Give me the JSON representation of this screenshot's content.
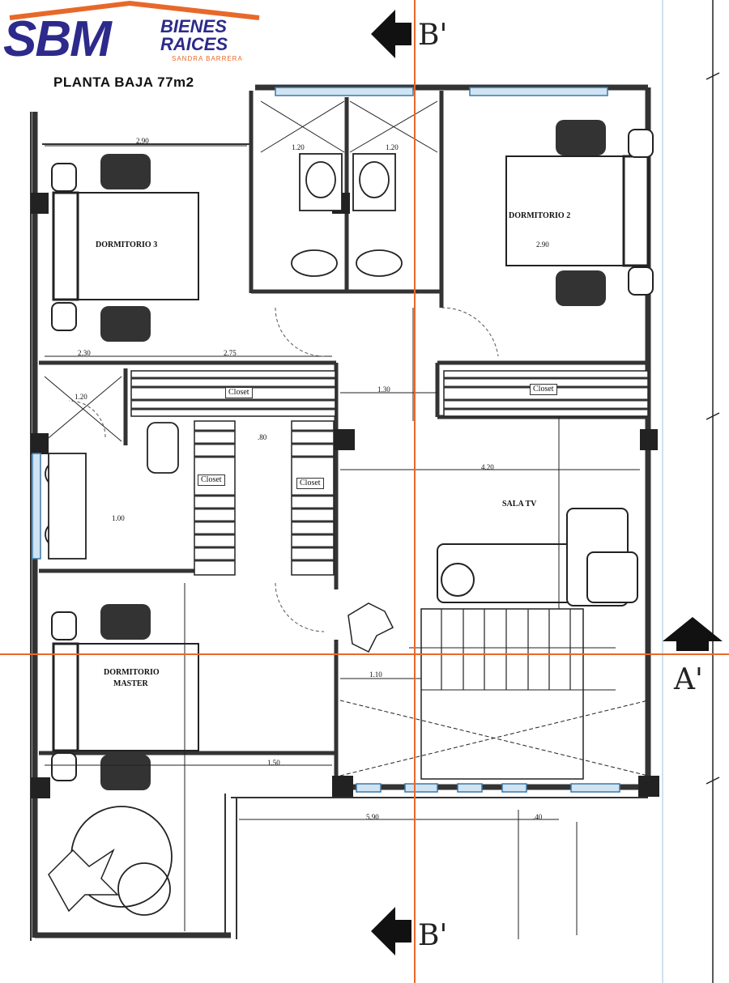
{
  "header": {
    "logo_main": "SBM",
    "logo_line1": "BIENES",
    "logo_line2": "RAICES",
    "logo_sub": "SANDRA BARRERA",
    "plan_title": "PLANTA BAJA 77m2"
  },
  "colors": {
    "logo_blue": "#2d2a8c",
    "logo_orange": "#e8682a",
    "section_line": "#e8682a",
    "wall": "#333333",
    "window": "#9fc4e0"
  },
  "rooms": {
    "dormitorio3": "DORMITORIO 3",
    "dormitorio2": "DORMITORIO 2",
    "master_line1": "DORMITORIO",
    "master_line2": "MASTER",
    "sala_tv": "SALA TV",
    "closet": "Closet"
  },
  "dimensions": {
    "d_290_top": "2.90",
    "d_120_a": "1.20",
    "d_120_b": "1.20",
    "d_290_d2": "2.90",
    "d_230": "2.30",
    "d_275": "2.75",
    "d_130": "1.30",
    "d_120_c": "1.20",
    "d_080": ".80",
    "d_100": "1.00",
    "d_420": "4.20",
    "d_110": "1.10",
    "d_150": "1.50",
    "d_590": "5.90",
    "d_040": ".40"
  },
  "section_marks": {
    "b_top": "B'",
    "b_bottom": "B'",
    "a_right": "A'"
  }
}
